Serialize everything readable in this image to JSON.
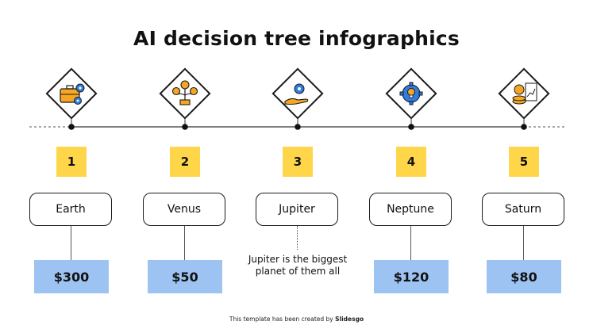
{
  "title": "AI decision tree infographics",
  "steps": [
    {
      "number": "1",
      "name": "Earth",
      "value": "$300",
      "icon": "briefcase-gears-icon"
    },
    {
      "number": "2",
      "name": "Venus",
      "value": "$50",
      "icon": "money-plant-icon"
    },
    {
      "number": "3",
      "name": "Jupiter",
      "description": "Jupiter is the biggest planet of them all",
      "icon": "hand-gear-icon"
    },
    {
      "number": "4",
      "name": "Neptune",
      "value": "$120",
      "icon": "gear-lightbulb-icon"
    },
    {
      "number": "5",
      "name": "Saturn",
      "value": "$80",
      "icon": "coins-chart-icon"
    }
  ],
  "footer": {
    "prefix": "This template has been created by",
    "brand": "Slidesgo"
  },
  "colors": {
    "badge": "#ffd54a",
    "value_box": "#9dc3f3",
    "icon_orange": "#f5a623",
    "icon_blue": "#2f7de1",
    "outline": "#1b1b1b"
  }
}
